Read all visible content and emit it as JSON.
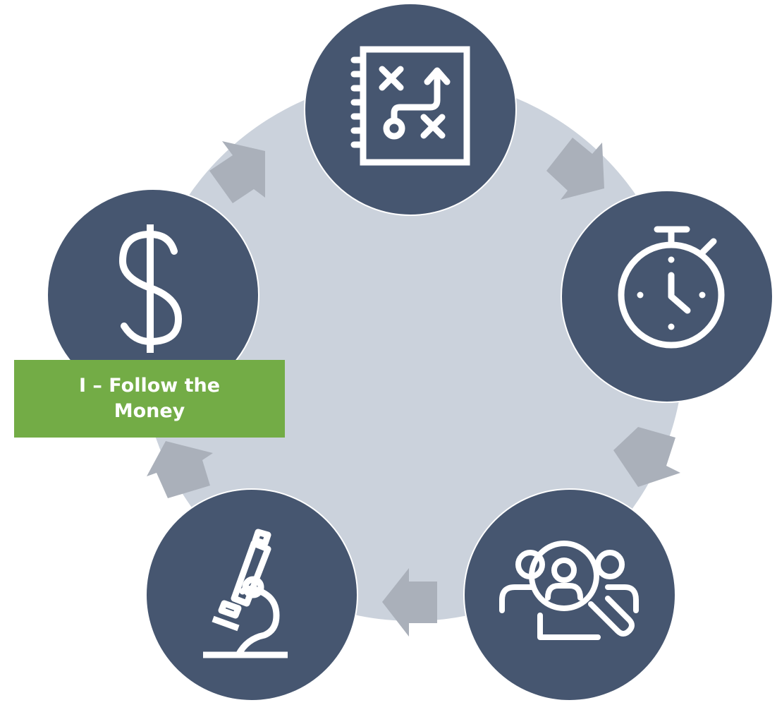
{
  "colors": {
    "background_circle": "#cbd2dc",
    "node_fill": "#465670",
    "arrow_fill": "#aab0ba",
    "label_fill": "#73ac46",
    "icon_stroke": "#ffffff"
  },
  "nodes": [
    {
      "id": "strategy",
      "icon": "strategy-playbook-icon"
    },
    {
      "id": "timing",
      "icon": "stopwatch-icon"
    },
    {
      "id": "investigation",
      "icon": "people-search-icon"
    },
    {
      "id": "analysis",
      "icon": "microscope-icon"
    },
    {
      "id": "money",
      "icon": "dollar-sign-icon",
      "label_lines": [
        "I – Follow the",
        "Money"
      ]
    }
  ]
}
